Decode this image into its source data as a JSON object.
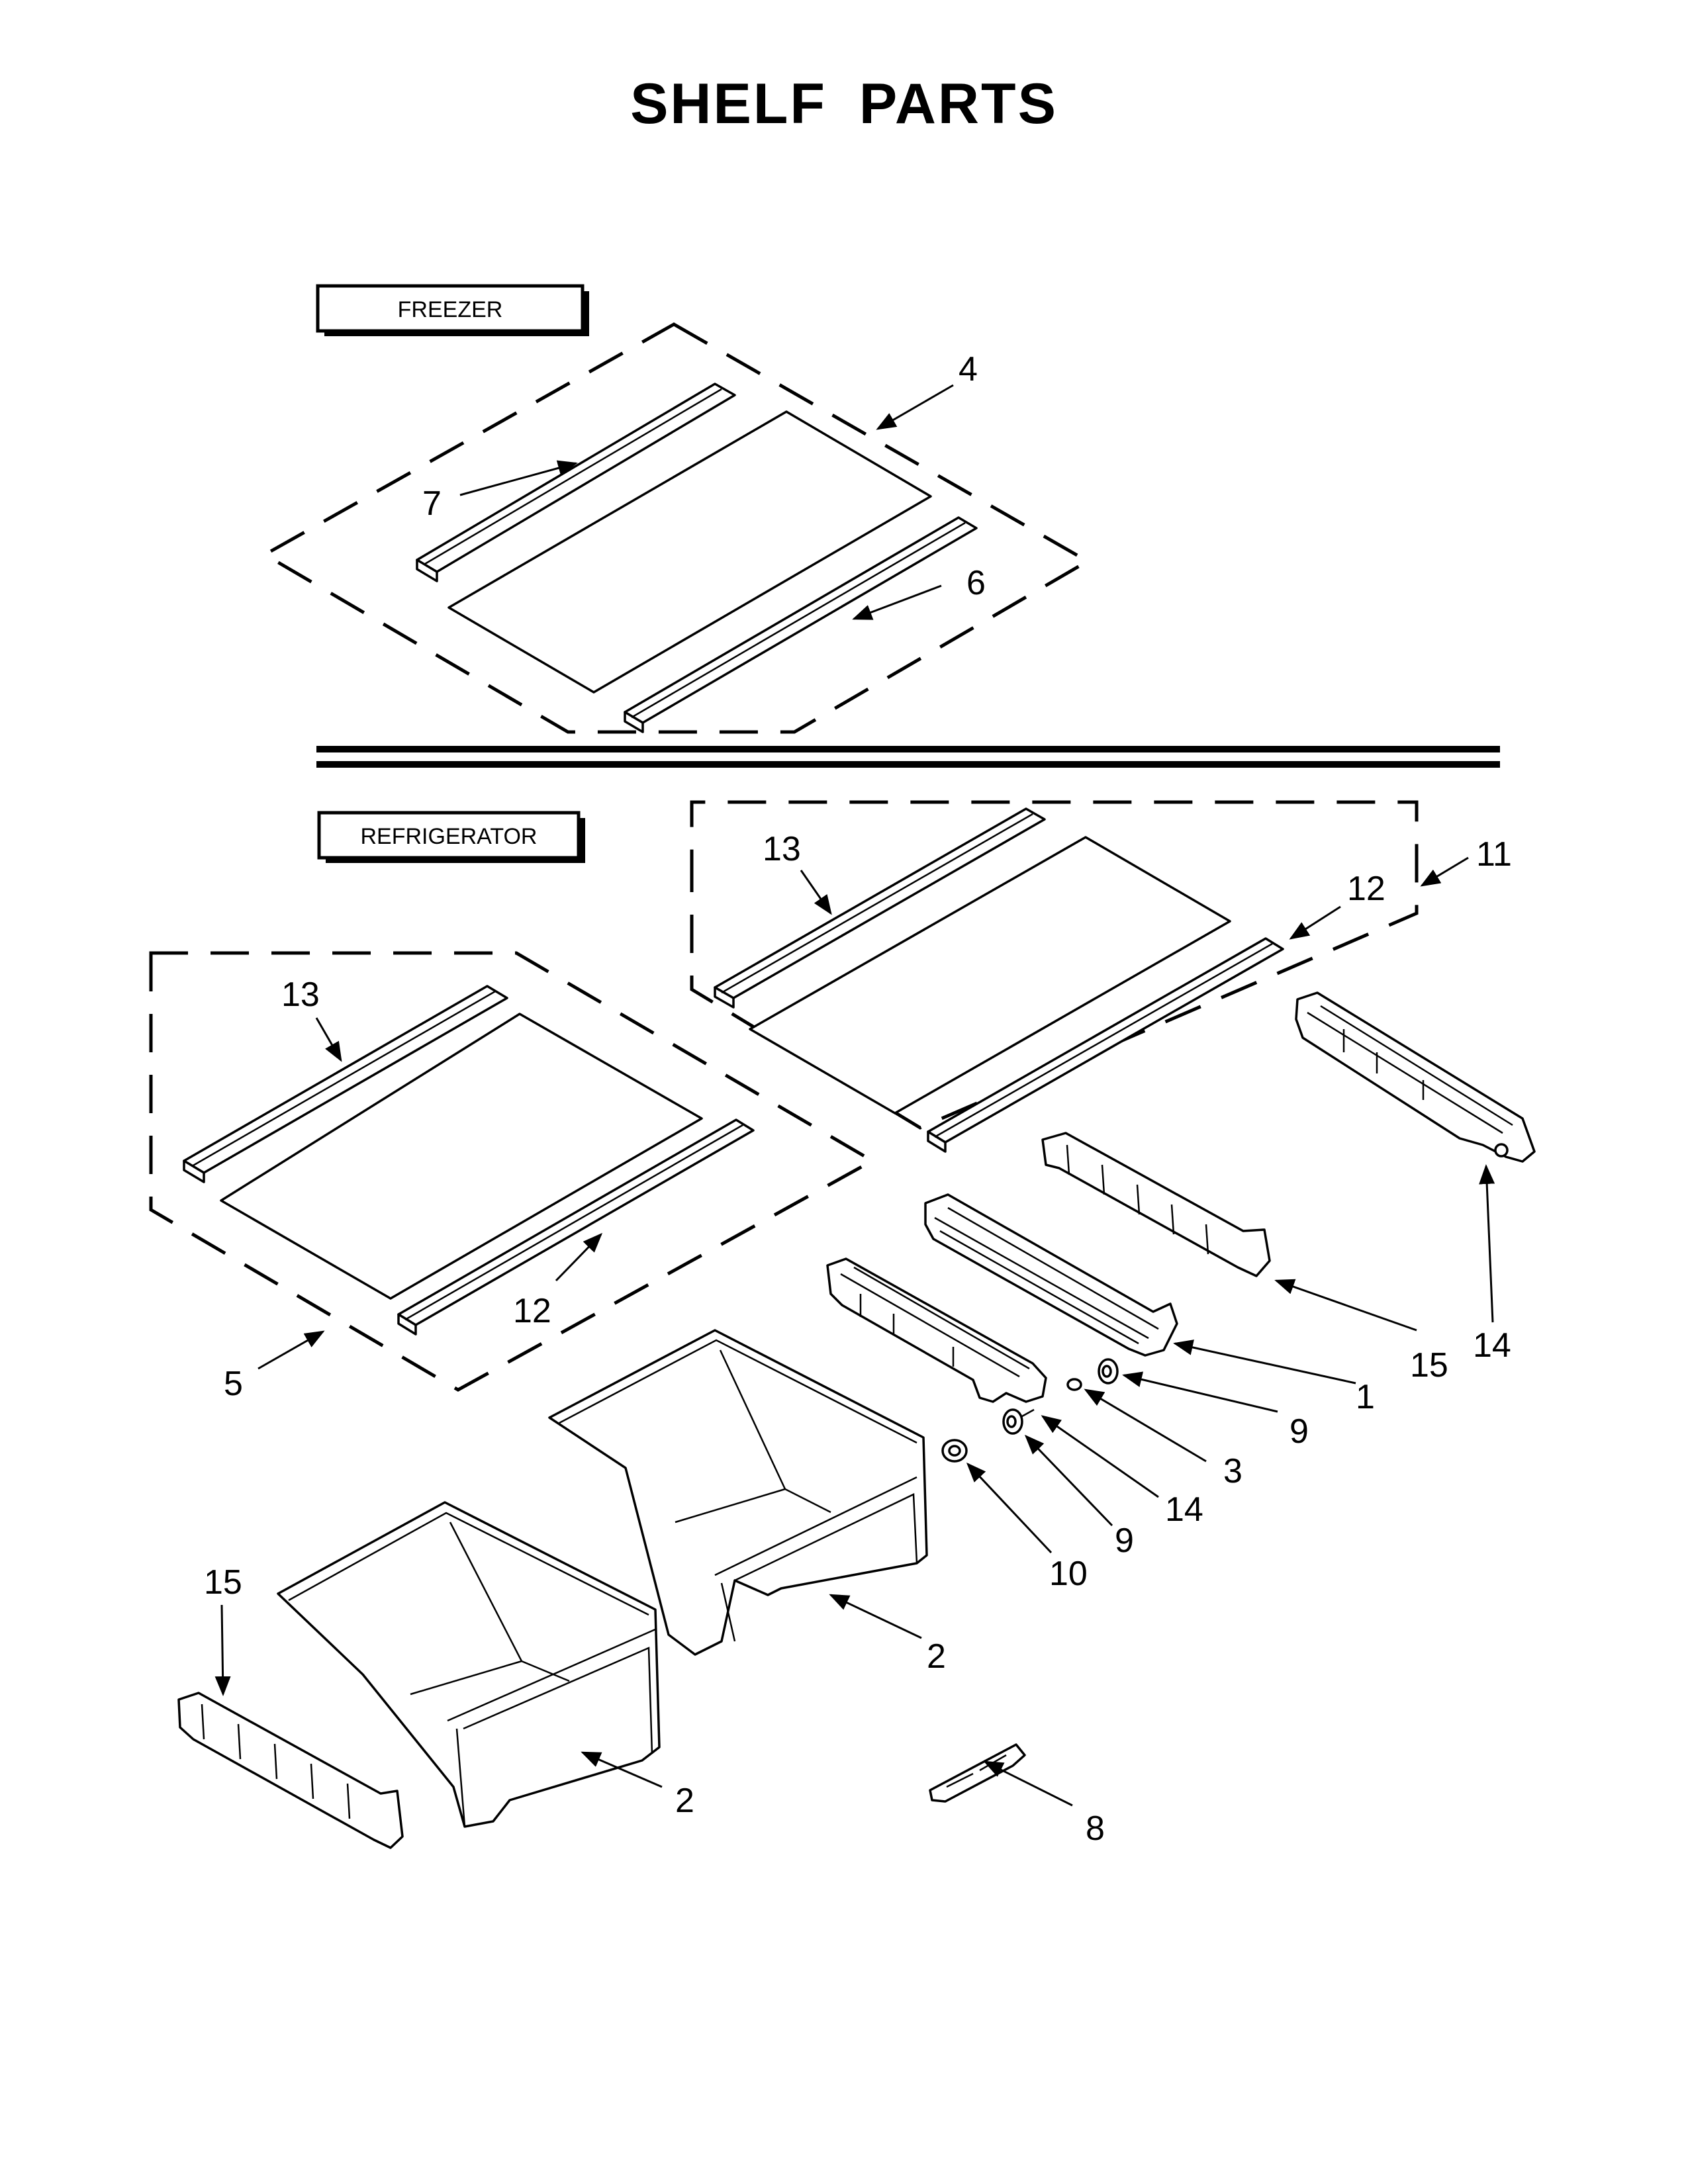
{
  "title": "SHELF PARTS",
  "sections": {
    "freezer": "FREEZER",
    "refrigerator": "REFRIGERATOR"
  },
  "callouts": {
    "c4": "4",
    "c7": "7",
    "c6": "6",
    "c11": "11",
    "c13a": "13",
    "c12a": "12",
    "c13b": "13",
    "c12b": "12",
    "c5": "5",
    "c14a": "14",
    "c15a": "15",
    "c1": "1",
    "c9a": "9",
    "c3": "3",
    "c14b": "14",
    "c9b": "9",
    "c10": "10",
    "c2a": "2",
    "c2b": "2",
    "c15b": "15",
    "c8": "8"
  }
}
